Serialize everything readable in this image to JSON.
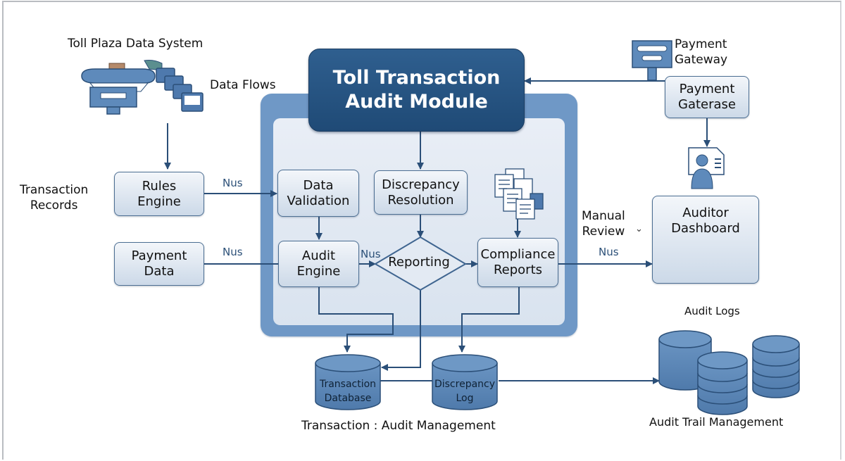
{
  "diagram": {
    "title": "Toll Transaction\nAudit Module",
    "colors": {
      "primary_dark": "#1f4a76",
      "panel_blue": "#6f98c6",
      "panel_light": "#e3eaf3",
      "box_fill": "#dde6f0",
      "line": "#2b4f78",
      "db_fill": "#5d88b8"
    },
    "sources": {
      "toll_plaza_label": "Toll Plaza Data System",
      "data_flows_label": "Data Flows",
      "transaction_records_label": "Transaction\nRecords",
      "rules_engine": "Rules\nEngine",
      "payment_data": "Payment\nData"
    },
    "module": {
      "data_validation": "Data\nValidation",
      "discrepancy_resolution": "Discrepancy\nResolution",
      "audit_engine": "Audit\nEngine",
      "reporting": "Reporting",
      "compliance_reports": "Compliance\nReports"
    },
    "payment": {
      "gateway_label": "Payment\nGateway",
      "gaterase_box": "Payment\nGaterase"
    },
    "review": {
      "manual_review_label": "Manual\nReview",
      "auditor_dashboard": "Auditor\nDashboard"
    },
    "edge_labels": {
      "rules_to_validation": "Nus",
      "payment_to_audit": "Nus",
      "audit_to_reporting": "Nus",
      "compliance_to_dashboard": "Nus"
    },
    "storage": {
      "transaction_database": "Transaction\nDatabase",
      "discrepancy_log": "Discrepancy\nLog",
      "transaction_audit_caption": "Transaction : Audit Management",
      "audit_logs_label": "Audit Logs",
      "audit_trail_caption": "Audit Trail Management"
    },
    "icons": [
      "toll-booth-icon",
      "data-screens-icon",
      "payment-terminal-icon",
      "user-profile-document-icon",
      "document-stack-icon",
      "document-icon",
      "auditor-person-icon",
      "database-icon"
    ]
  }
}
